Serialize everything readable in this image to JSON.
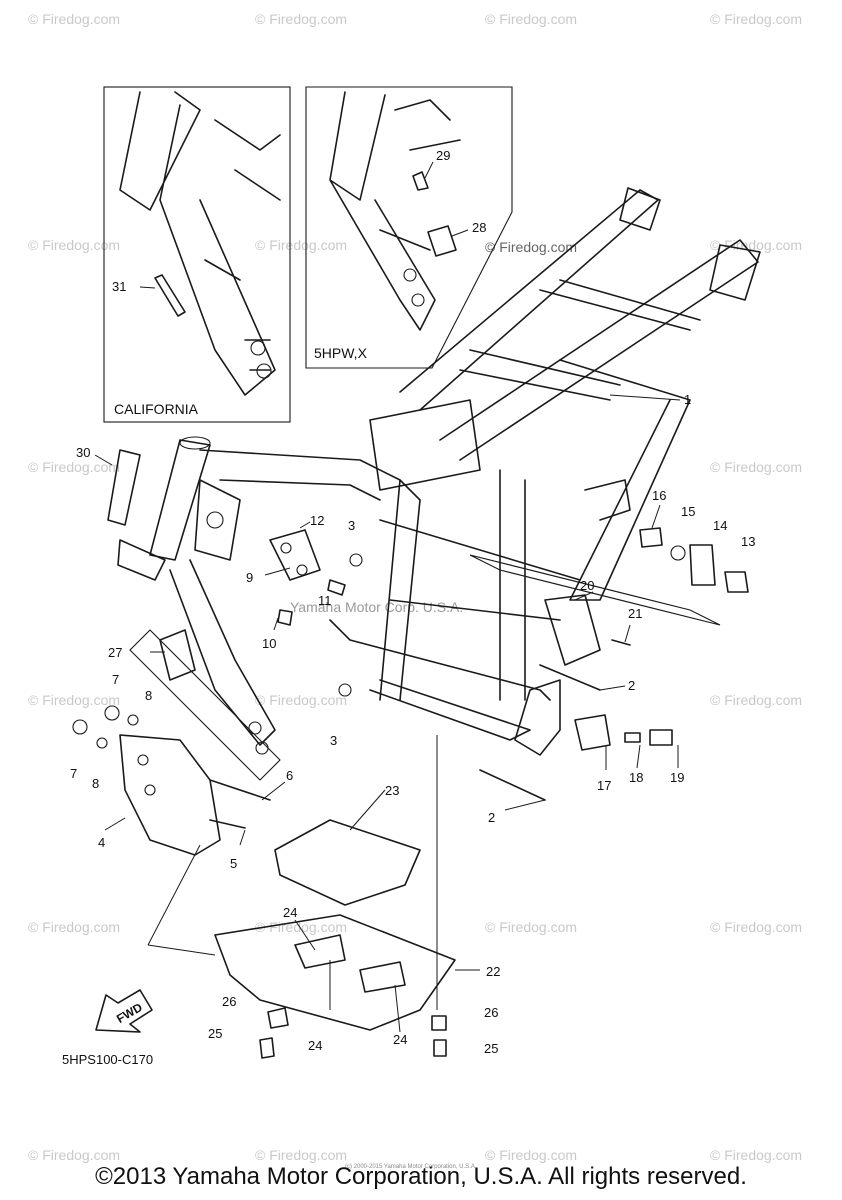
{
  "watermark": "© Firedog.com",
  "watermark_center": "Yamaha Motor Corp. U.S.A.",
  "insets": {
    "california": {
      "label": "CALIFORNIA",
      "callouts": [
        "31"
      ]
    },
    "model": {
      "label": "5HPW,X",
      "callouts": [
        "29",
        "28"
      ]
    }
  },
  "callouts": [
    "1",
    "2",
    "2",
    "3",
    "3",
    "4",
    "5",
    "6",
    "7",
    "7",
    "8",
    "8",
    "9",
    "10",
    "11",
    "12",
    "13",
    "14",
    "15",
    "16",
    "17",
    "18",
    "19",
    "20",
    "21",
    "22",
    "23",
    "24",
    "24",
    "24",
    "25",
    "25",
    "26",
    "26",
    "27",
    "30"
  ],
  "fwd_label": "FWD",
  "diagram_code": "5HPS100-C170",
  "fine_print": "(c) 2000-2015 Yamaha Motor Corporation, U.S.A.",
  "copyright": "©2013 Yamaha Motor Corporation, U.S.A. All rights reserved."
}
